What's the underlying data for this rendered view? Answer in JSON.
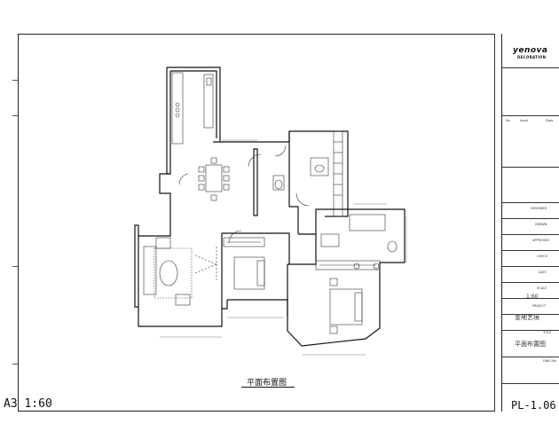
{
  "drawing": {
    "caption": "平面布置图",
    "scale_label": "A3 1:60",
    "sheet_number": "PL-1.06"
  },
  "title_block": {
    "brand": "yenova",
    "brand_sub": "DECORATION",
    "revision": {
      "no_label": "No.",
      "issue_label": "Issue",
      "date_label": "Date"
    },
    "designer_label": "DESIGNER",
    "drawn_label": "DRAWN",
    "approved_label": "APPROVED",
    "check_label": "CHECK",
    "date_label": "DATE",
    "scale_label": "SCALE",
    "scale_value": "1:60",
    "project_label": "PROJECT",
    "project_name": "金地艺境",
    "title_label": "TITLE",
    "title_value": "平面布置图",
    "dwg_label": "DWG.No"
  }
}
